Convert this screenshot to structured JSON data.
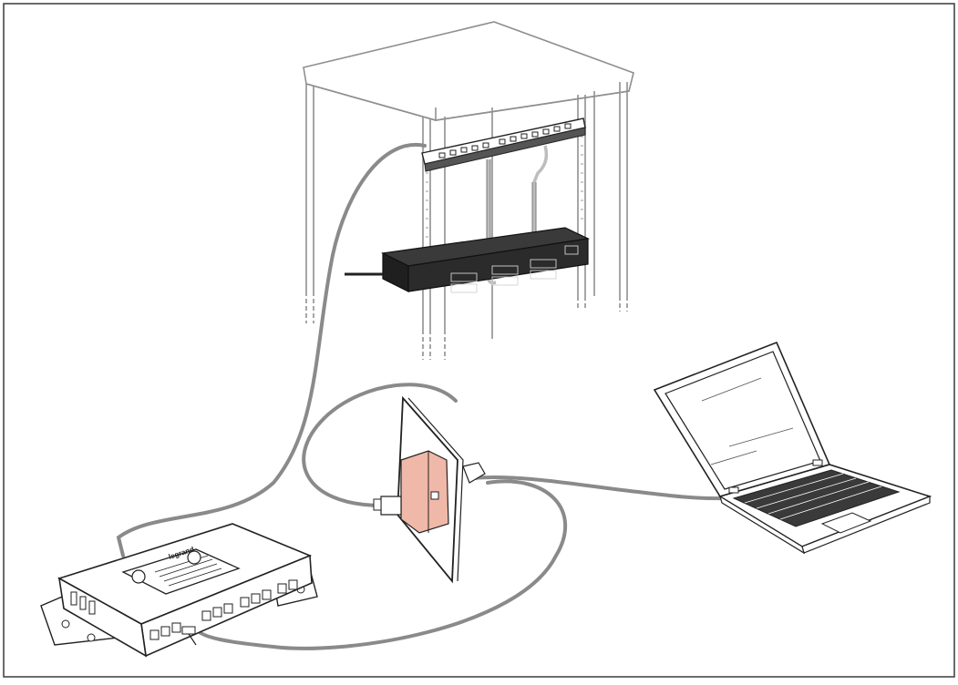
{
  "diagram": {
    "brand_logo_text": "legrand",
    "components": [
      {
        "name": "network-rack",
        "icon": "rack-cabinet-icon"
      },
      {
        "name": "patch-panel",
        "icon": "patch-panel-icon"
      },
      {
        "name": "network-switch",
        "icon": "switch-icon"
      },
      {
        "name": "wall-outlet",
        "icon": "rj45-wall-socket-icon"
      },
      {
        "name": "distribution-box",
        "icon": "home-network-box-icon"
      },
      {
        "name": "laptop",
        "icon": "laptop-icon"
      }
    ],
    "colors": {
      "frame": "#3a3a3a",
      "line": "#222222",
      "cable": "#8a8a8a",
      "rack_light": "#9a9a9a",
      "switch_body": "#2b2b2b",
      "connector_highlight": "#f0b8a8"
    }
  }
}
